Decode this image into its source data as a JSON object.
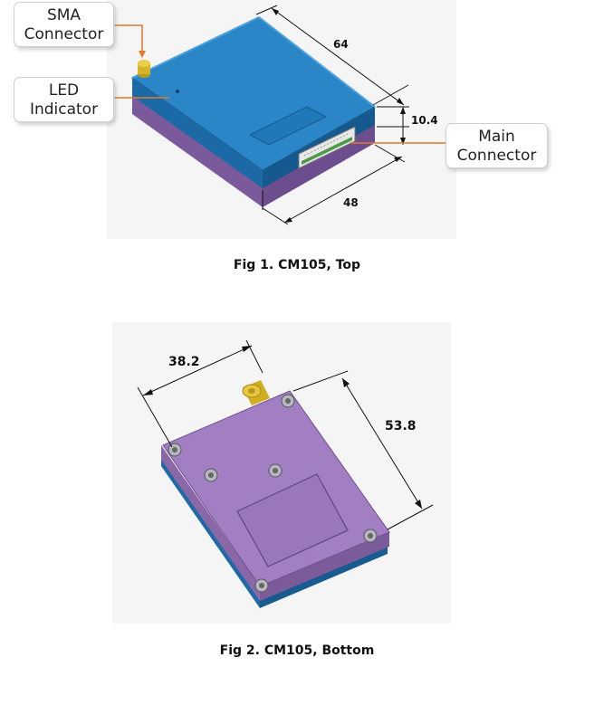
{
  "figure1": {
    "caption": "Fig 1. CM105, Top",
    "callouts": {
      "sma": [
        "SMA",
        "Connector"
      ],
      "led": [
        "LED",
        "Indicator"
      ],
      "main": [
        "Main",
        "Connector"
      ]
    },
    "dimensions": {
      "length": "64",
      "height": "10.4",
      "width": "48"
    },
    "colors": {
      "top_body": "#1f7fc4",
      "bottom_body": "#8a6aa8",
      "callout_line": "#e07a2c"
    }
  },
  "figure2": {
    "caption": "Fig 2. CM105, Bottom",
    "dimensions": {
      "width": "38.2",
      "length": "53.8"
    },
    "colors": {
      "bottom_plate": "#a07cbf",
      "top_body": "#1f6fa8",
      "sma": "#d9b92a"
    }
  }
}
